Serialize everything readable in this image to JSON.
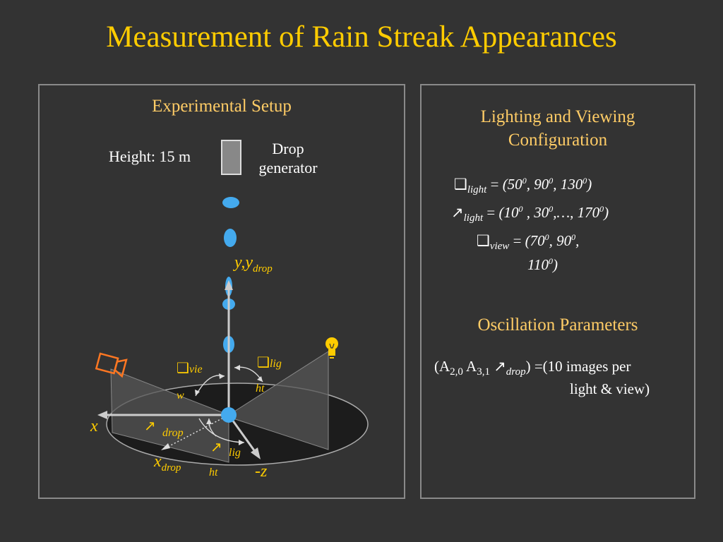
{
  "title": "Measurement of Rain Streak Appearances",
  "setup": {
    "heading": "Experimental Setup",
    "height_label": "Height: 15 m",
    "generator_label_1": "Drop",
    "generator_label_2": "generator",
    "axis_y": "y,y",
    "axis_y_sub": "drop",
    "axis_x": "x",
    "axis_z": "-z",
    "axis_xdrop": "x",
    "axis_xdrop_sub": "drop",
    "theta_view_sub_1": "vie",
    "theta_view_sub_2": "w",
    "theta_light_sub_1": "lig",
    "theta_light_sub_2": "ht",
    "phi_drop_sub": "drop",
    "phi_light_sub_1": "lig",
    "phi_light_sub_2": "ht",
    "camera_icon": "camera-icon",
    "light_icon": "light-bulb-icon",
    "colors": {
      "drop": "#44aaee",
      "camera": "#ff7722",
      "bulb": "#ffcc00"
    }
  },
  "config": {
    "heading_1": "Lighting and Viewing",
    "heading_2": "Configuration",
    "theta_light": {
      "symbol": "❑",
      "sub": "light",
      "eq": "=",
      "values": [
        {
          "v": "(50",
          "s": "0"
        },
        {
          "v": ", 90",
          "s": "0"
        },
        {
          "v": ", 130",
          "s": "0"
        },
        {
          "v": ")",
          "s": ""
        }
      ]
    },
    "phi_light": {
      "symbol": "↗",
      "sub": "light",
      "eq": "=",
      "values": [
        {
          "v": "(10",
          "s": "0"
        },
        {
          "v": " , 30",
          "s": "0"
        },
        {
          "v": ",…, 170",
          "s": "0"
        },
        {
          "v": ")",
          "s": ""
        }
      ]
    },
    "theta_view": {
      "symbol": "❑",
      "sub": "view",
      "eq": "=",
      "line1": [
        {
          "v": "(70",
          "s": "0"
        },
        {
          "v": ", 90",
          "s": "0"
        },
        {
          "v": ",",
          "s": ""
        }
      ],
      "line2": [
        {
          "v": "110",
          "s": "0"
        },
        {
          "v": ")",
          "s": ""
        }
      ]
    }
  },
  "oscillation": {
    "heading": "Oscillation Parameters",
    "open": "(A",
    "a1_sub": "2,0",
    "a2": " A",
    "a2_sub": "3,1",
    "phi_sub": "drop",
    "close": ") =(10 images per",
    "line2": "light & view)"
  }
}
